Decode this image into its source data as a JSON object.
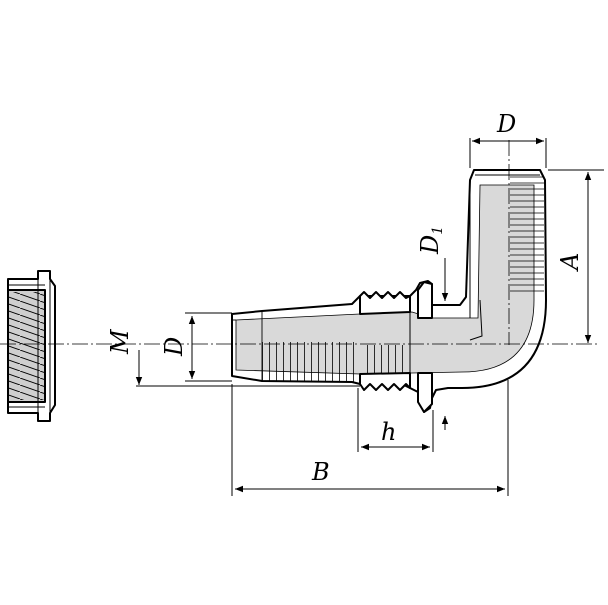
{
  "diagram": {
    "labels": {
      "top_diameter": "D",
      "inner_diameter": "D",
      "inner_diameter_sub": "1",
      "height": "A",
      "thread": "M",
      "left_diameter": "D",
      "thread_length": "h",
      "length": "B"
    }
  }
}
